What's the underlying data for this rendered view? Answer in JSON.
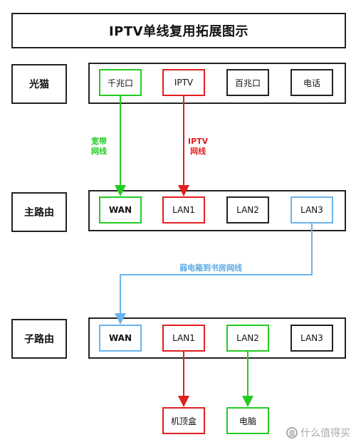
{
  "title": "IPTV单线复用拓展图示",
  "rows": {
    "modem": {
      "label": "光猫",
      "ports": [
        "千兆口",
        "IPTV",
        "百兆口",
        "电话"
      ]
    },
    "main_router": {
      "label": "主路由",
      "ports": [
        "WAN",
        "LAN1",
        "LAN2",
        "LAN3"
      ]
    },
    "sub_router": {
      "label": "子路由",
      "ports": [
        "WAN",
        "LAN1",
        "LAN2",
        "LAN3"
      ]
    }
  },
  "devices": {
    "stb": "机顶盒",
    "pc": "电脑"
  },
  "links": {
    "broadband": "宽带\n网线",
    "iptv": "IPTV\n网线",
    "weak_box": "弱电箱到书房网线"
  },
  "watermark": "什么值得买",
  "watermark_icon": "值",
  "colors": {
    "green": "#22cc22",
    "red": "#e02020",
    "blue": "#6ab4ee",
    "black": "#222222"
  }
}
